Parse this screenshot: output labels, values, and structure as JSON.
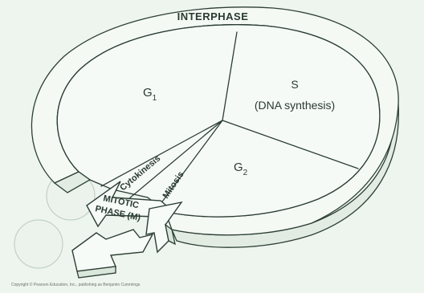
{
  "diagram": {
    "title": "INTERPHASE",
    "phases": {
      "g1": "G",
      "g1_sub": "1",
      "s": "S",
      "s_detail": "(DNA synthesis)",
      "g2": "G",
      "g2_sub": "2",
      "cytokinesis": "Cytokinesis",
      "mitosis": "Mitosis",
      "mitotic_line1": "MITOTIC",
      "mitotic_line2": "PHASE (M)"
    },
    "credit": "Copyright © Pearson Education, Inc., publishing as Benjamin Cummings"
  }
}
